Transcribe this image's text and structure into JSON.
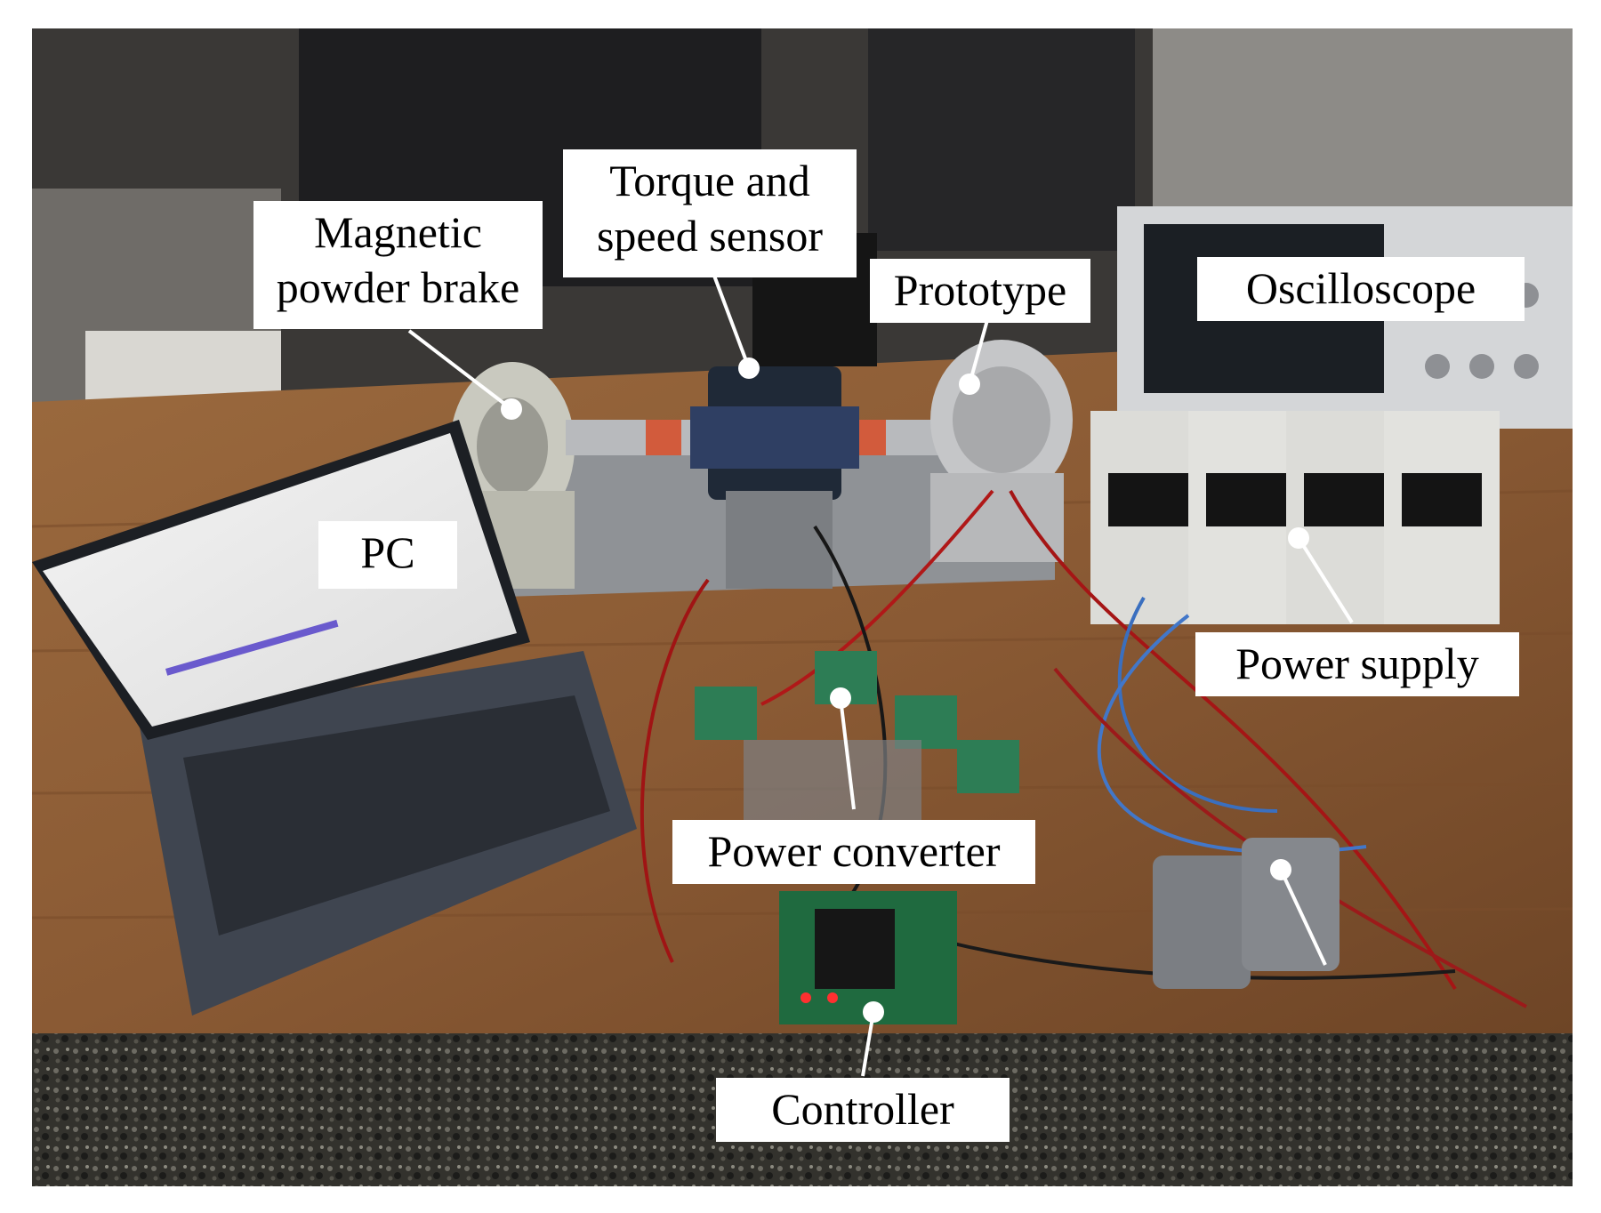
{
  "labels": {
    "magnetic_brake": [
      "Magnetic",
      "powder brake"
    ],
    "torque_sensor": [
      "Torque and",
      "speed sensor"
    ],
    "prototype": "Prototype",
    "oscilloscope": "Oscilloscope",
    "pc": "PC",
    "power_supply": "Power supply",
    "power_converter": "Power converter",
    "controller": "Controller"
  },
  "colors": {
    "label_bg": "#ffffff",
    "label_text": "#000000",
    "leader_line": "#ffffff",
    "desk_wood": "#8a5a34",
    "floor": "#2b2b28"
  }
}
